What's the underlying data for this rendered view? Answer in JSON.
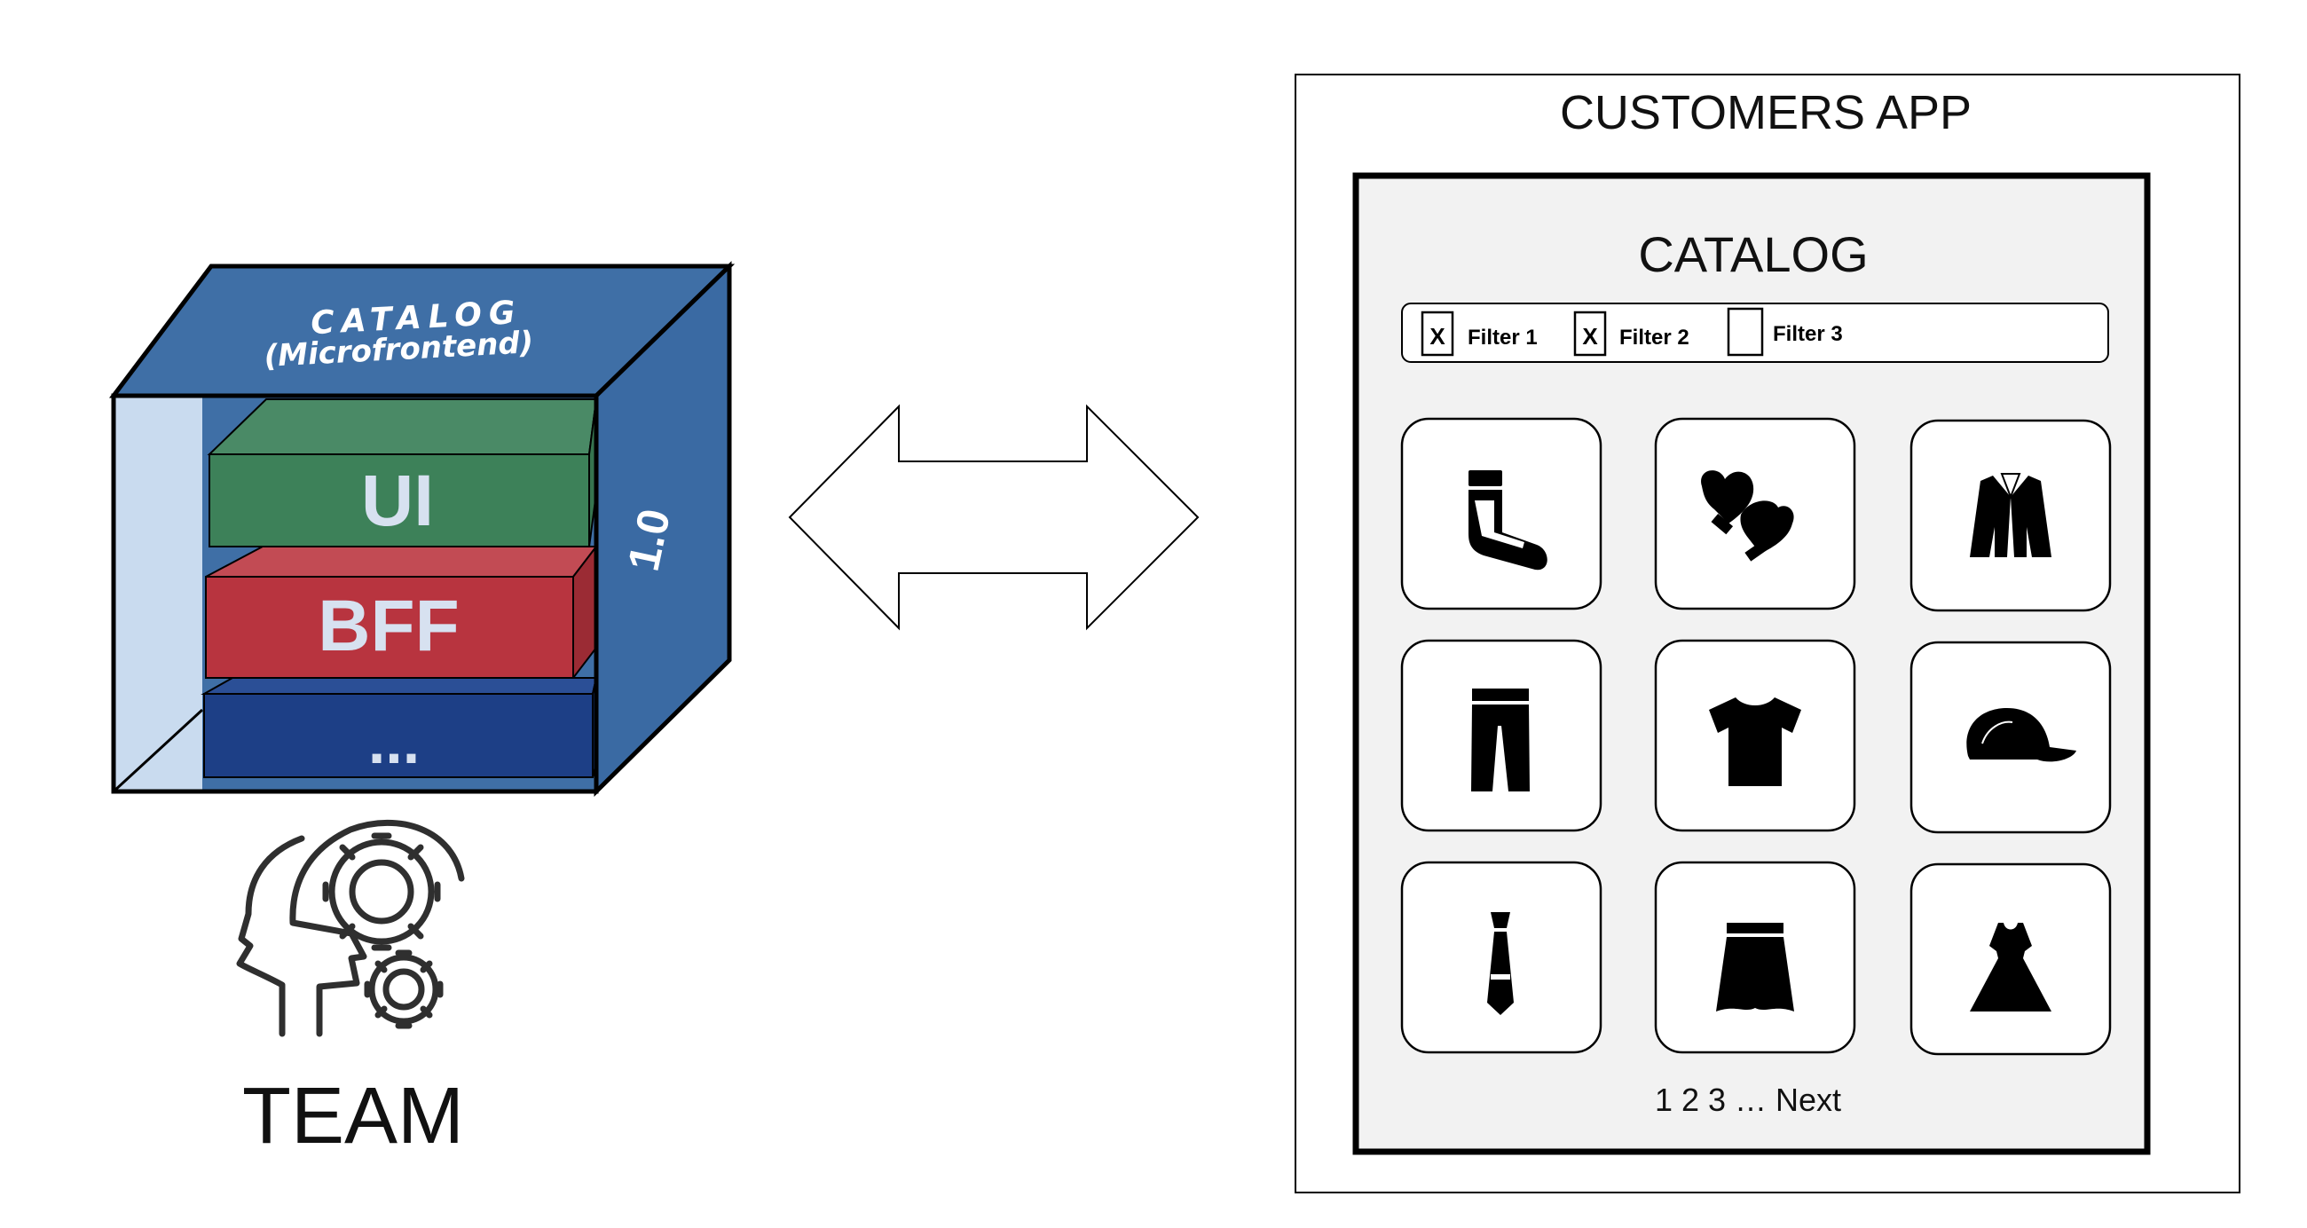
{
  "microfrontend": {
    "title": "CATALOG",
    "subtitle": "(Microfrontend)",
    "version": "1.0",
    "layers": [
      "UI",
      "BFF",
      "..."
    ],
    "colors": {
      "cube_top": "#3f6fa6",
      "cube_side": "#3a6aa3",
      "cube_interior": "#c9dbef",
      "ui_layer": "#3d8159",
      "bff_layer": "#b8343f",
      "other_layer": "#1d3f86",
      "layer_text": "#d7e1f0"
    }
  },
  "team": {
    "icon": "team-gears-head-icon",
    "label": "TEAM"
  },
  "connector": {
    "icon": "bidirectional-arrow-icon"
  },
  "customers_app": {
    "title": "CUSTOMERS APP",
    "catalog": {
      "title": "CATALOG",
      "filters": [
        {
          "label": "Filter 1",
          "checked": true,
          "mark": "X"
        },
        {
          "label": "Filter 2",
          "checked": true,
          "mark": "X"
        },
        {
          "label": "Filter 3",
          "checked": false,
          "mark": ""
        }
      ],
      "products": [
        {
          "icon": "sock-icon"
        },
        {
          "icon": "mittens-icon"
        },
        {
          "icon": "jacket-icon"
        },
        {
          "icon": "trousers-icon"
        },
        {
          "icon": "tshirt-icon"
        },
        {
          "icon": "cap-icon"
        },
        {
          "icon": "tie-icon"
        },
        {
          "icon": "skirt-icon"
        },
        {
          "icon": "dress-icon"
        }
      ],
      "pagination": "1 2 3 … Next"
    },
    "colors": {
      "panel_bg": "#f2f2f2",
      "icon": "#000000"
    }
  }
}
